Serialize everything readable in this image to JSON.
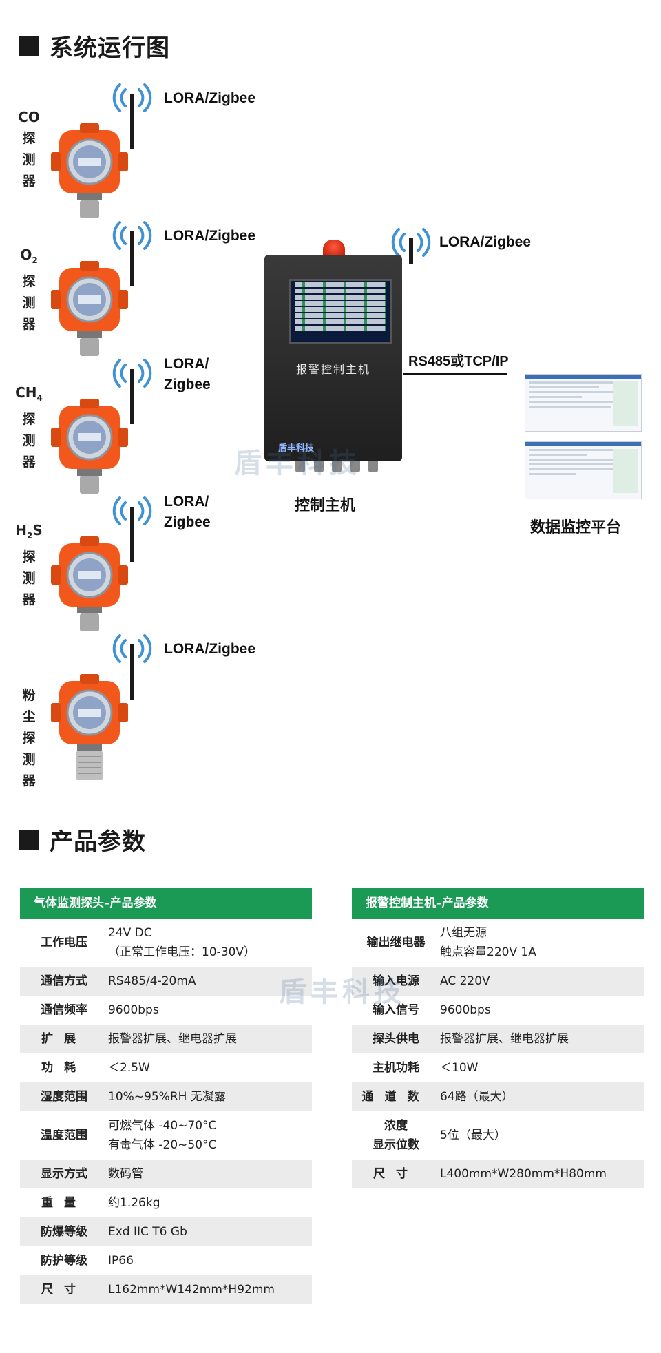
{
  "section1": {
    "title": "系统运行图"
  },
  "detectors": [
    {
      "gas": "CO",
      "sub": "",
      "suffix": "",
      "label": "探测器",
      "radio": "LORA/Zigbee"
    },
    {
      "gas": "O",
      "sub": "2",
      "suffix": "",
      "label": "探测器",
      "radio": "LORA/Zigbee"
    },
    {
      "gas": "CH",
      "sub": "4",
      "suffix": "",
      "label": "探测器",
      "radio": "LORA/\nZigbee"
    },
    {
      "gas": "H",
      "sub": "2",
      "suffix": "S",
      "label": "探测器",
      "radio": "LORA/\nZigbee"
    },
    {
      "gas": "",
      "sub": "",
      "suffix": "",
      "label": "粉尘探测器",
      "radio": "LORA/Zigbee"
    }
  ],
  "controller": {
    "screen_title": "",
    "name": "报警控制主机",
    "radio": "LORA/Zigbee",
    "link": "RS485或TCP/IP",
    "label": "控制主机",
    "logo": "盾丰科技"
  },
  "platform": {
    "label": "数据监控平台"
  },
  "watermark": {
    "text": "盾丰科技"
  },
  "section2": {
    "title": "产品参数"
  },
  "probe_table": {
    "title": "气体监测探头–产品参数",
    "rows": [
      {
        "k": "工作电压",
        "v": "24V DC\n（正常工作电压：10-30V）"
      },
      {
        "k": "通信方式",
        "v": "RS485/4-20mA"
      },
      {
        "k": "通信频率",
        "v": "9600bps"
      },
      {
        "k": "扩展",
        "v": "报警器扩展、继电器扩展"
      },
      {
        "k": "功耗",
        "v": "＜2.5W"
      },
      {
        "k": "湿度范围",
        "v": "10%~95%RH 无凝露"
      },
      {
        "k": "温度范围",
        "v": "可燃气体 -40~70°C\n有毒气体 -20~50°C"
      },
      {
        "k": "显示方式",
        "v": "数码管"
      },
      {
        "k": "重量",
        "v": "约1.26kg"
      },
      {
        "k": "防爆等级",
        "v": "Exd IIC T6 Gb"
      },
      {
        "k": "防护等级",
        "v": "IP66"
      },
      {
        "k": "尺寸",
        "v": "L162mm*W142mm*H92mm"
      }
    ]
  },
  "host_table": {
    "title": "报警控制主机–产品参数",
    "rows": [
      {
        "k": "输出继电器",
        "v": "八组无源\n触点容量220V 1A"
      },
      {
        "k": "输入电源",
        "v": "AC 220V"
      },
      {
        "k": "输入信号",
        "v": "9600bps"
      },
      {
        "k": "探头供电",
        "v": "报警器扩展、继电器扩展"
      },
      {
        "k": "主机功耗",
        "v": "＜10W"
      },
      {
        "k": "通道数",
        "v": "64路（最大）"
      },
      {
        "k": "浓度\n显示位数",
        "v": "5位（最大）"
      },
      {
        "k": "尺寸",
        "v": "L400mm*W280mm*H80mm"
      }
    ]
  },
  "colors": {
    "header_green": "#1b9a55",
    "detector_orange": "#f2581c",
    "row_gray": "#ebebeb"
  }
}
